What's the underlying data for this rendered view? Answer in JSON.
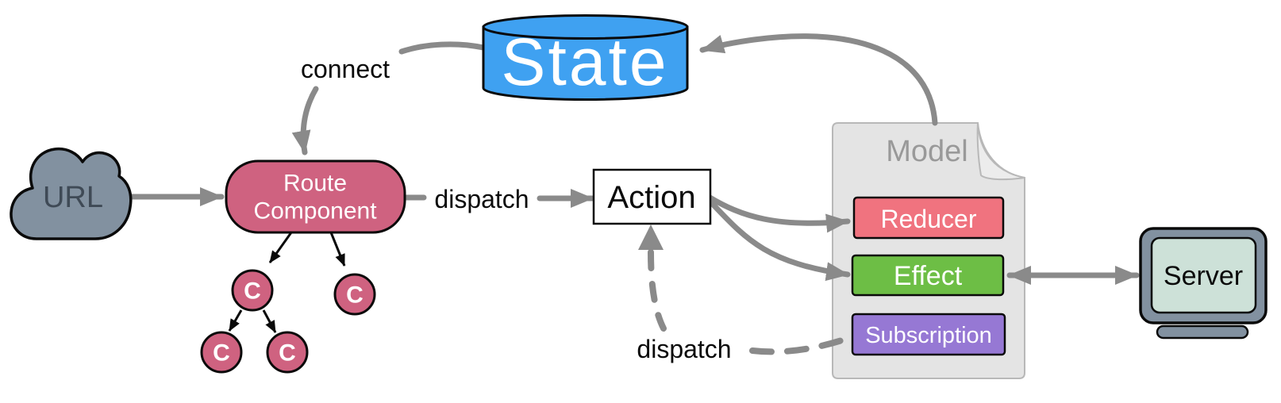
{
  "diagram": {
    "labels": {
      "connect": "connect",
      "dispatch_route": "dispatch",
      "dispatch_subscription": "dispatch"
    },
    "state": {
      "label": "State",
      "fill": "#3FA1F1",
      "text_color": "#FFFFFF"
    },
    "url": {
      "label": "URL",
      "fill": "#8291A0",
      "text_color": "#3F4A56"
    },
    "route_component": {
      "line1": "Route",
      "line2": "Component",
      "fill": "#CF6280",
      "text_color": "#FFFFFF"
    },
    "component_node": {
      "label": "C",
      "fill": "#CF6280",
      "text_color": "#FFFFFF"
    },
    "action": {
      "label": "Action",
      "fill": "#FFFFFF",
      "text_color": "#0a0a0a"
    },
    "model": {
      "title": "Model",
      "fill": "#E4E4E4",
      "title_color": "#999999",
      "reducer": {
        "label": "Reducer",
        "fill": "#F0737F"
      },
      "effect": {
        "label": "Effect",
        "fill": "#6DBE45"
      },
      "subscription": {
        "label": "Subscription",
        "fill": "#9678D4"
      }
    },
    "server": {
      "label": "Server",
      "frame_fill": "#8291A0",
      "screen_fill": "#CDE1D8",
      "text_color": "#0a0a0a"
    },
    "arrow_color": "#8A8A8A"
  }
}
